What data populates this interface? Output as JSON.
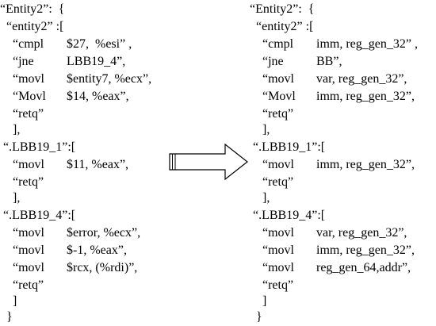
{
  "left": {
    "lines": [
      {
        "op": "“Entity2”:  {",
        "arg": ""
      },
      {
        "op": "“entity2” :[",
        "arg": ""
      },
      {
        "op": "“cmpl",
        "arg": "$27,  %esi” ,"
      },
      {
        "op": "“jne",
        "arg": "LBB19_4”,"
      },
      {
        "op": "“movl",
        "arg": "$entity7, %ecx”,"
      },
      {
        "op": "“Movl",
        "arg": "$14, %eax”,"
      },
      {
        "op": "“retq”",
        "arg": ""
      },
      {
        "op": "],",
        "arg": ""
      },
      {
        "op": "“.LBB19_1”:[",
        "arg": ""
      },
      {
        "op": "“movl",
        "arg": "$11, %eax”,"
      },
      {
        "op": "“retq”",
        "arg": ""
      },
      {
        "op": "],",
        "arg": ""
      },
      {
        "op": "“.LBB19_4”:[",
        "arg": ""
      },
      {
        "op": "“movl",
        "arg": "$error, %ecx”,"
      },
      {
        "op": "“movl",
        "arg": "$-1, %eax”,"
      },
      {
        "op": "“movl",
        "arg": "$rcx, (%rdi)”,"
      },
      {
        "op": "“retq”",
        "arg": ""
      },
      {
        "op": "]",
        "arg": ""
      },
      {
        "op": "}",
        "arg": ""
      }
    ]
  },
  "right": {
    "lines": [
      {
        "op": "“Entity2”:  {",
        "arg": ""
      },
      {
        "op": "“entity2” :[",
        "arg": ""
      },
      {
        "op": "“cmpl",
        "arg": "imm, reg_gen_32” ,"
      },
      {
        "op": "“jne",
        "arg": "BB”,"
      },
      {
        "op": "“movl",
        "arg": "var, reg_gen_32”,"
      },
      {
        "op": "“Movl",
        "arg": "imm, reg_gen_32”,"
      },
      {
        "op": "“retq”",
        "arg": ""
      },
      {
        "op": "],",
        "arg": ""
      },
      {
        "op": "“.LBB19_1”:[",
        "arg": ""
      },
      {
        "op": "“movl",
        "arg": "imm, reg_gen_32”,"
      },
      {
        "op": "“retq”",
        "arg": ""
      },
      {
        "op": "],",
        "arg": ""
      },
      {
        "op": "“.LBB19_4”:[",
        "arg": ""
      },
      {
        "op": "“movl",
        "arg": "var, reg_gen_32”,"
      },
      {
        "op": "“movl",
        "arg": "imm, reg_gen_32”,"
      },
      {
        "op": "“movl",
        "arg": "reg_gen_64,addr”,"
      },
      {
        "op": "“retq”",
        "arg": ""
      },
      {
        "op": "]",
        "arg": ""
      },
      {
        "op": "}",
        "arg": ""
      }
    ]
  },
  "arrow": {
    "icon": "right-arrow-icon",
    "stroke": "#000000",
    "fill": "#ffffff"
  }
}
